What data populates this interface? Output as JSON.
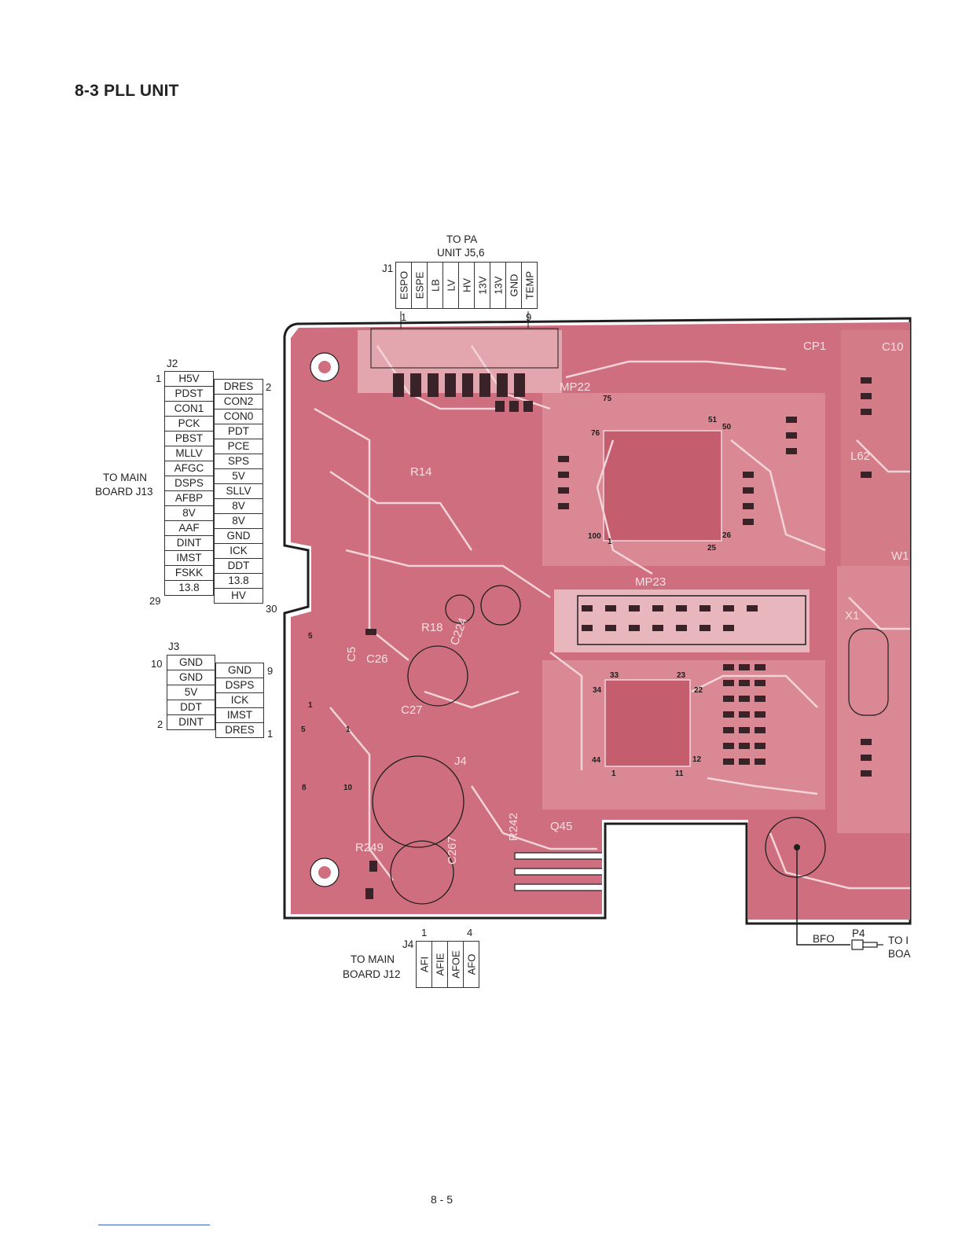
{
  "title": "8-3  PLL UNIT",
  "page_number": "8 - 5",
  "j1": {
    "ref": "J1",
    "dest_line1": "TO PA",
    "dest_line2": "UNIT J5,6",
    "pins": [
      "ESPO",
      "ESPE",
      "LB",
      "LV",
      "HV",
      "13V",
      "13V",
      "GND",
      "TEMP"
    ],
    "pin_first": "1",
    "pin_last": "9"
  },
  "j2": {
    "ref": "J2",
    "dest_line1": "TO MAIN",
    "dest_line2": "BOARD J13",
    "left": [
      "H5V",
      "PDST",
      "CON1",
      "PCK",
      "PBST",
      "MLLV",
      "AFGC",
      "DSPS",
      "AFBP",
      "8V",
      "AAF",
      "DINT",
      "IMST",
      "FSKK",
      "13.8"
    ],
    "right": [
      "DRES",
      "CON2",
      "CON0",
      "PDT",
      "PCE",
      "SPS",
      "5V",
      "SLLV",
      "8V",
      "8V",
      "GND",
      "ICK",
      "DDT",
      "13.8",
      "HV"
    ],
    "pin_tl": "1",
    "pin_tr": "2",
    "pin_bl": "29",
    "pin_br": "30"
  },
  "j3": {
    "ref": "J3",
    "left": [
      "GND",
      "GND",
      "5V",
      "DDT",
      "DINT"
    ],
    "right": [
      "GND",
      "DSPS",
      "ICK",
      "IMST",
      "DRES"
    ],
    "pin_tl": "10",
    "pin_tr": "9",
    "pin_bl": "2",
    "pin_br": "1"
  },
  "j4": {
    "ref": "J4",
    "dest_line1": "TO MAIN",
    "dest_line2": "BOARD J12",
    "pins": [
      "AFI",
      "AFIE",
      "AFOE",
      "AFO"
    ],
    "pin_first": "1",
    "pin_last": "4"
  },
  "p4": {
    "signal": "BFO",
    "ref": "P4",
    "dest_line1": "TO I",
    "dest_line2": "BOA"
  },
  "board_labels": {
    "mp22": "MP22",
    "mp23": "MP23",
    "r18": "R18",
    "c224": "C224",
    "c26": "C26",
    "c5": "C5",
    "c27": "C27",
    "r242": "R242",
    "c267": "C267",
    "r249": "R249",
    "q45": "Q45",
    "x1": "X1",
    "cp1": "CP1",
    "c10": "C10",
    "l62": "L62",
    "w1": "W1",
    "j4b": "J4",
    "r14": "R14",
    "p75": "75",
    "p76": "76",
    "p51": "51",
    "p50": "50",
    "p100": "100",
    "p1a": "1",
    "p25": "25",
    "p26": "26",
    "p33": "33",
    "p23": "23",
    "p34": "34",
    "p22": "22",
    "p44": "44",
    "p1b": "1",
    "p11": "11",
    "p12": "12",
    "p5a": "5",
    "p1c": "1",
    "p5b": "5",
    "p1d": "1",
    "p8": "8",
    "p10": "10"
  },
  "colors": {
    "board": "#cf6e7e",
    "board_light": "#e3a5ae",
    "trace": "#f3d4d8",
    "outline": "#1e1e1e"
  }
}
